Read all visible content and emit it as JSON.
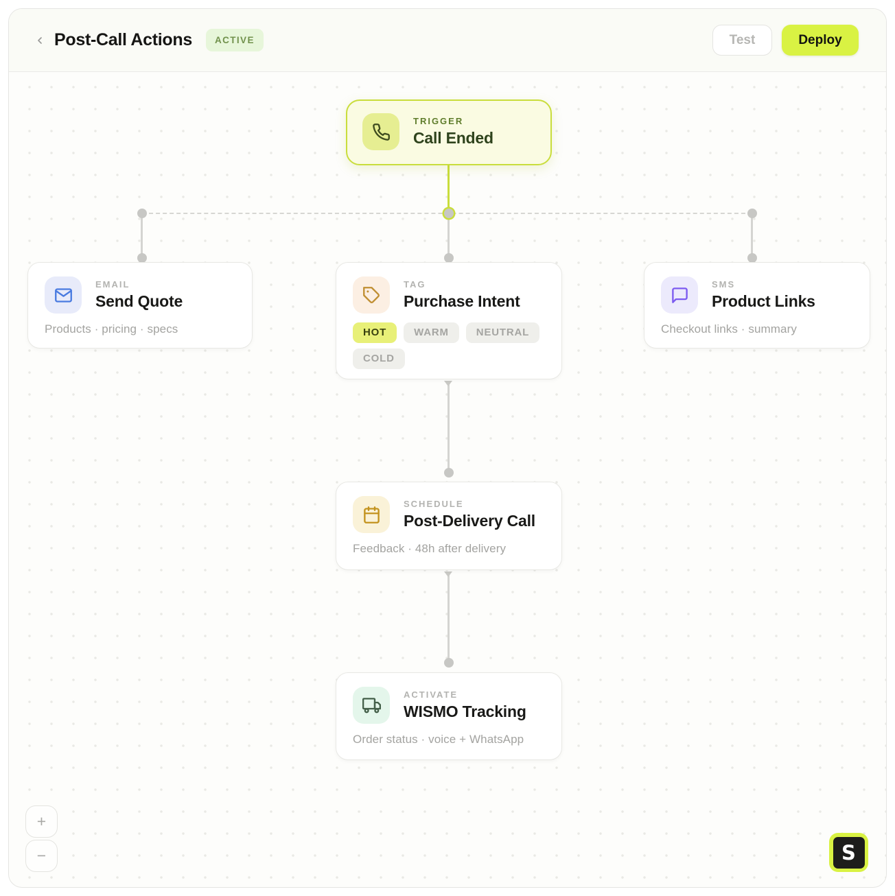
{
  "header": {
    "title": "Post-Call Actions",
    "status_badge": "ACTIVE",
    "back_icon": "chevron-left-icon",
    "buttons": {
      "test": "Test",
      "deploy": "Deploy"
    }
  },
  "colors": {
    "lime": "#d9f243",
    "lime_border": "#c9dd3c",
    "trigger_bg": "#fafbe2",
    "trigger_icon_bg": "#e6ee92",
    "trigger_icon": "#3f4c1e",
    "trigger_label": "#5f7d2c",
    "trigger_title": "#2e431c",
    "active_badge_bg": "#e7f6da",
    "active_badge_text": "#71914c",
    "hot_chip_bg": "#e8f078",
    "hot_chip_text": "#39410f",
    "email_icon": "#4a7be0",
    "email_icon_bg": "#e8ebfa",
    "tag_icon": "#c08f33",
    "tag_icon_bg": "#fcefe3",
    "sms_icon": "#7c5bf0",
    "sms_icon_bg": "#eceafc",
    "schedule_icon": "#c3931f",
    "schedule_icon_bg": "#faf2d8",
    "activate_icon": "#44604a",
    "activate_icon_bg": "#e4f6eb"
  },
  "nodes": {
    "trigger": {
      "label": "TRIGGER",
      "title": "Call Ended",
      "icon": "phone-icon"
    },
    "email": {
      "label": "EMAIL",
      "title": "Send Quote",
      "subtitle": "Products · pricing · specs",
      "icon": "envelope-icon"
    },
    "tag": {
      "label": "TAG",
      "title": "Purchase Intent",
      "icon": "tag-icon",
      "chips": [
        {
          "label": "HOT",
          "active": true
        },
        {
          "label": "WARM",
          "active": false
        },
        {
          "label": "NEUTRAL",
          "active": false
        },
        {
          "label": "COLD",
          "active": false
        }
      ]
    },
    "sms": {
      "label": "SMS",
      "title": "Product Links",
      "subtitle": "Checkout links · summary",
      "icon": "chat-bubble-icon"
    },
    "schedule": {
      "label": "SCHEDULE",
      "title": "Post-Delivery Call",
      "subtitle": "Feedback · 48h after delivery",
      "icon": "calendar-icon"
    },
    "activate": {
      "label": "ACTIVATE",
      "title": "WISMO Tracking",
      "subtitle": "Order status · voice + WhatsApp",
      "icon": "truck-icon"
    }
  },
  "zoom_controls": {
    "zoom_in": "+",
    "zoom_out": "−"
  },
  "logo": {
    "letter": "S"
  }
}
